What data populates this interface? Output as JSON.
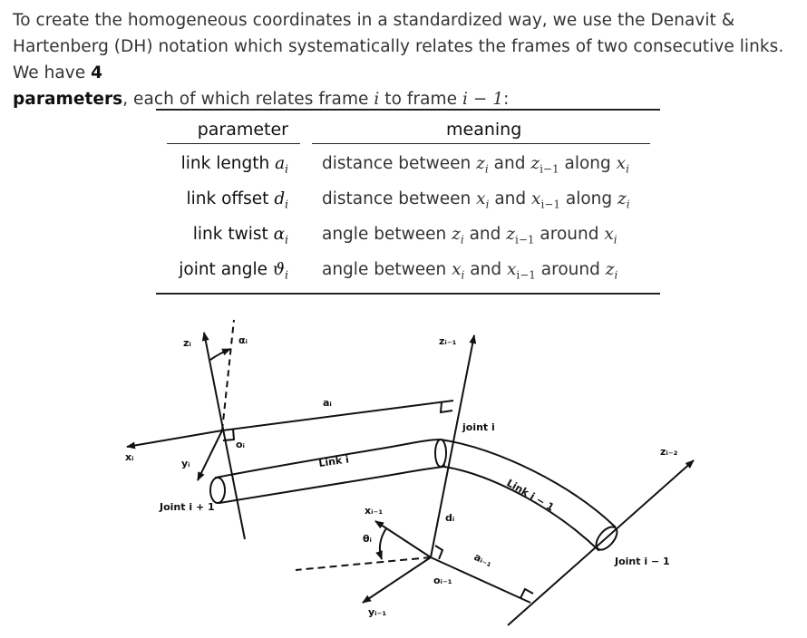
{
  "intro": {
    "text_1": "To create the homogeneous coordinates in a standardized way, we use the Denavit & Hartenberg (DH) notation which systematically relates the frames of two consecutive links. We have ",
    "bold_number": "4",
    "bold_word": "parameters",
    "text_2": ", each of which relates frame ",
    "var_i": "i",
    "text_3": " to frame ",
    "var_i_minus_1": "i − 1",
    "text_4": ":"
  },
  "table": {
    "headers": {
      "parameter": "parameter",
      "meaning": "meaning"
    },
    "rows": [
      {
        "param": "link length",
        "sym": "a",
        "sub": "i",
        "m1": "distance between ",
        "v1": "z",
        "s1": "i",
        "m2": " and ",
        "v2": "z",
        "s2": "i−1",
        "m3": " along ",
        "v3": "x",
        "s3": "i"
      },
      {
        "param": "link offset",
        "sym": "d",
        "sub": "i",
        "m1": "distance between ",
        "v1": "x",
        "s1": "i",
        "m2": " and ",
        "v2": "x",
        "s2": "i−1",
        "m3": " along ",
        "v3": "z",
        "s3": "i"
      },
      {
        "param": "link twist",
        "sym": "α",
        "sub": "i",
        "m1": "angle between ",
        "v1": "z",
        "s1": "i",
        "m2": " and ",
        "v2": "z",
        "s2": "i−1",
        "m3": " around ",
        "v3": "x",
        "s3": "i"
      },
      {
        "param": "joint angle",
        "sym": "ϑ",
        "sub": "i",
        "m1": "angle between ",
        "v1": "x",
        "s1": "i",
        "m2": " and ",
        "v2": "x",
        "s2": "i−1",
        "m3": " around ",
        "v3": "z",
        "s3": "i"
      }
    ]
  },
  "figure": {
    "labels": {
      "z_i": "zᵢ",
      "alpha_i": "αᵢ",
      "z_im1": "zᵢ₋₁",
      "a_i": "aᵢ",
      "x_i": "xᵢ",
      "y_i": "yᵢ",
      "o_i": "oᵢ",
      "joint_i": "joint i",
      "link_i": "Link i",
      "z_im2": "zᵢ₋₂",
      "joint_ip1": "Joint i + 1",
      "link_im1": "Link i − 1",
      "x_im1": "xᵢ₋₁",
      "d_i": "dᵢ",
      "theta_i": "θᵢ",
      "a_im1": "aᵢ₋₁",
      "joint_im1": "Joint i − 1",
      "o_im1": "oᵢ₋₁",
      "y_im1": "yᵢ₋₁"
    }
  }
}
